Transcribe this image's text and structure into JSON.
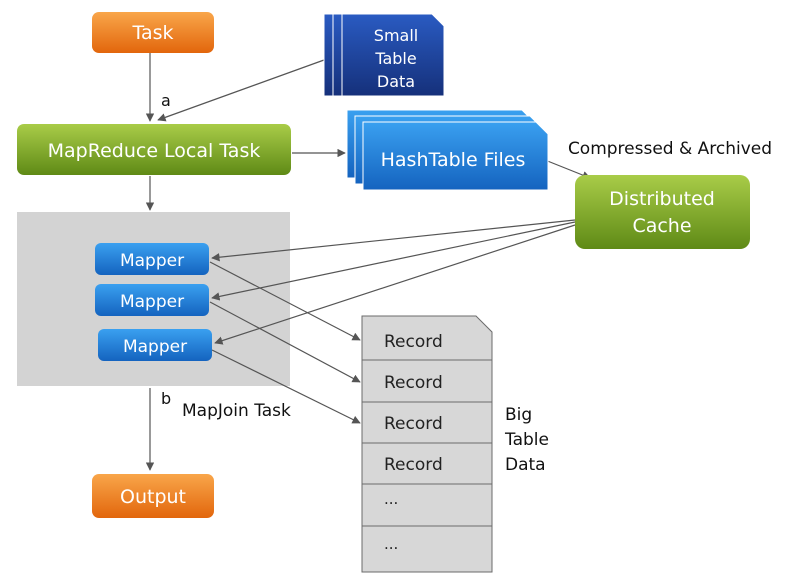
{
  "nodes": {
    "task": "Task",
    "small_table": [
      "Small",
      "Table",
      "Data"
    ],
    "local_task": "MapReduce Local Task",
    "hashtable": "HashTable Files",
    "compressed": "Compressed & Archived",
    "cache": [
      "Distributed",
      "Cache"
    ],
    "mappers": [
      "Mapper",
      "Mapper",
      "Mapper"
    ],
    "mapjoin": "MapJoin Task",
    "output": "Output",
    "records": [
      "Record",
      "Record",
      "Record",
      "Record",
      "...",
      "..."
    ],
    "big_table": [
      "Big",
      "Table",
      "Data"
    ]
  },
  "edge_labels": {
    "a": "a",
    "b": "b"
  },
  "colors": {
    "orange": "#f07f1a",
    "green": "#7fa82a",
    "blue": "#1f78d6",
    "navy": "#1c3f94",
    "gray_panel": "#d3d3d3",
    "record_fill": "#d7d7d7"
  }
}
